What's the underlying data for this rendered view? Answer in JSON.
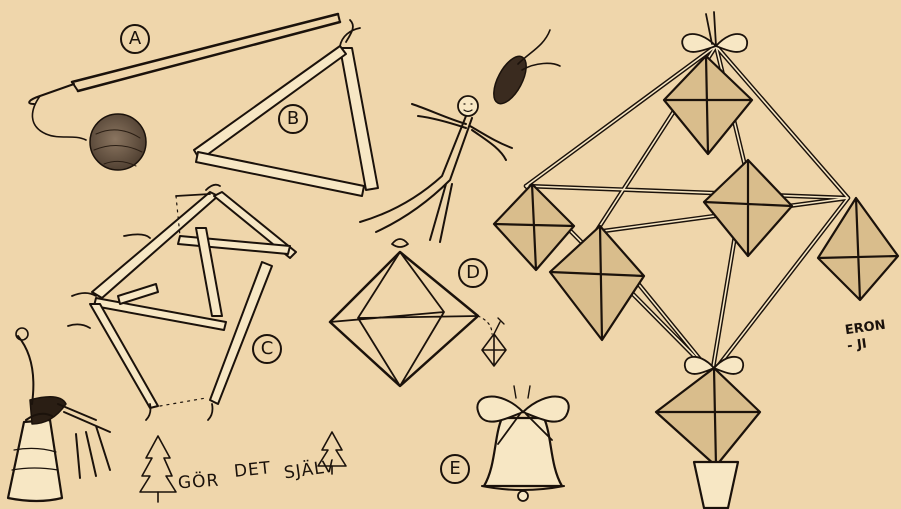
{
  "labels": {
    "a": "A",
    "b": "B",
    "c": "C",
    "d": "D",
    "e": "E"
  },
  "caption": {
    "w1": "GÖR",
    "w2": "DET",
    "w3": "SJÄLV"
  },
  "signature": "ERON - JI",
  "colors": {
    "paper": "#efd6ab",
    "ink": "#1b120b",
    "straw": "#f7e7c4",
    "yarn": "#6f5a45"
  }
}
